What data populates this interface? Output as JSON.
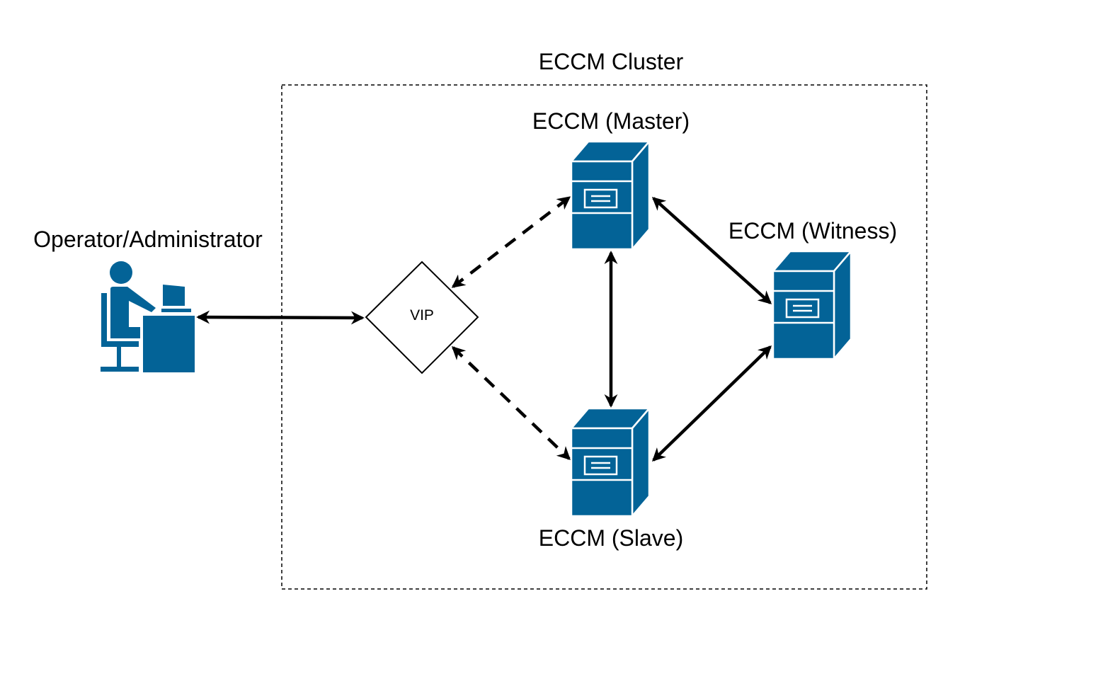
{
  "cluster": {
    "label": "ECCM Cluster"
  },
  "operator": {
    "label": "Operator/Administrator",
    "icon": "operator-at-desk-icon"
  },
  "vip": {
    "label": "VIP"
  },
  "nodes": {
    "master": {
      "label": "ECCM (Master)",
      "icon": "server-tower-icon"
    },
    "witness": {
      "label": "ECCM (Witness)",
      "icon": "server-tower-icon"
    },
    "slave": {
      "label": "ECCM (Slave)",
      "icon": "server-tower-icon"
    }
  },
  "connections": [
    {
      "from": "operator",
      "to": "vip",
      "style": "solid",
      "direction": "both"
    },
    {
      "from": "vip",
      "to": "master",
      "style": "dashed",
      "direction": "both"
    },
    {
      "from": "vip",
      "to": "slave",
      "style": "dashed",
      "direction": "both"
    },
    {
      "from": "master",
      "to": "slave",
      "style": "solid",
      "direction": "both"
    },
    {
      "from": "master",
      "to": "witness",
      "style": "solid",
      "direction": "both"
    },
    {
      "from": "slave",
      "to": "witness",
      "style": "solid",
      "direction": "both"
    }
  ],
  "colors": {
    "icon": "#036397",
    "line": "#000000",
    "background": "#ffffff"
  }
}
